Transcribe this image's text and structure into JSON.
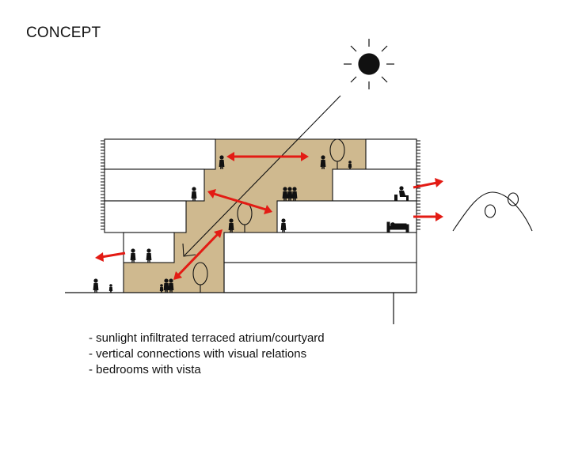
{
  "title": "CONCEPT",
  "notes": [
    "- sunlight infiltrated terraced atrium/courtyard",
    "- vertical connections with visual relations",
    "- bedrooms with vista"
  ],
  "colors": {
    "atrium": "#cfb98f",
    "arrow": "#e31b14",
    "line": "#111111",
    "background": "#ffffff"
  },
  "icons": [
    "sun-icon",
    "person-icon",
    "tree-icon",
    "bed-icon",
    "hills-icon",
    "double-arrow-icon"
  ]
}
